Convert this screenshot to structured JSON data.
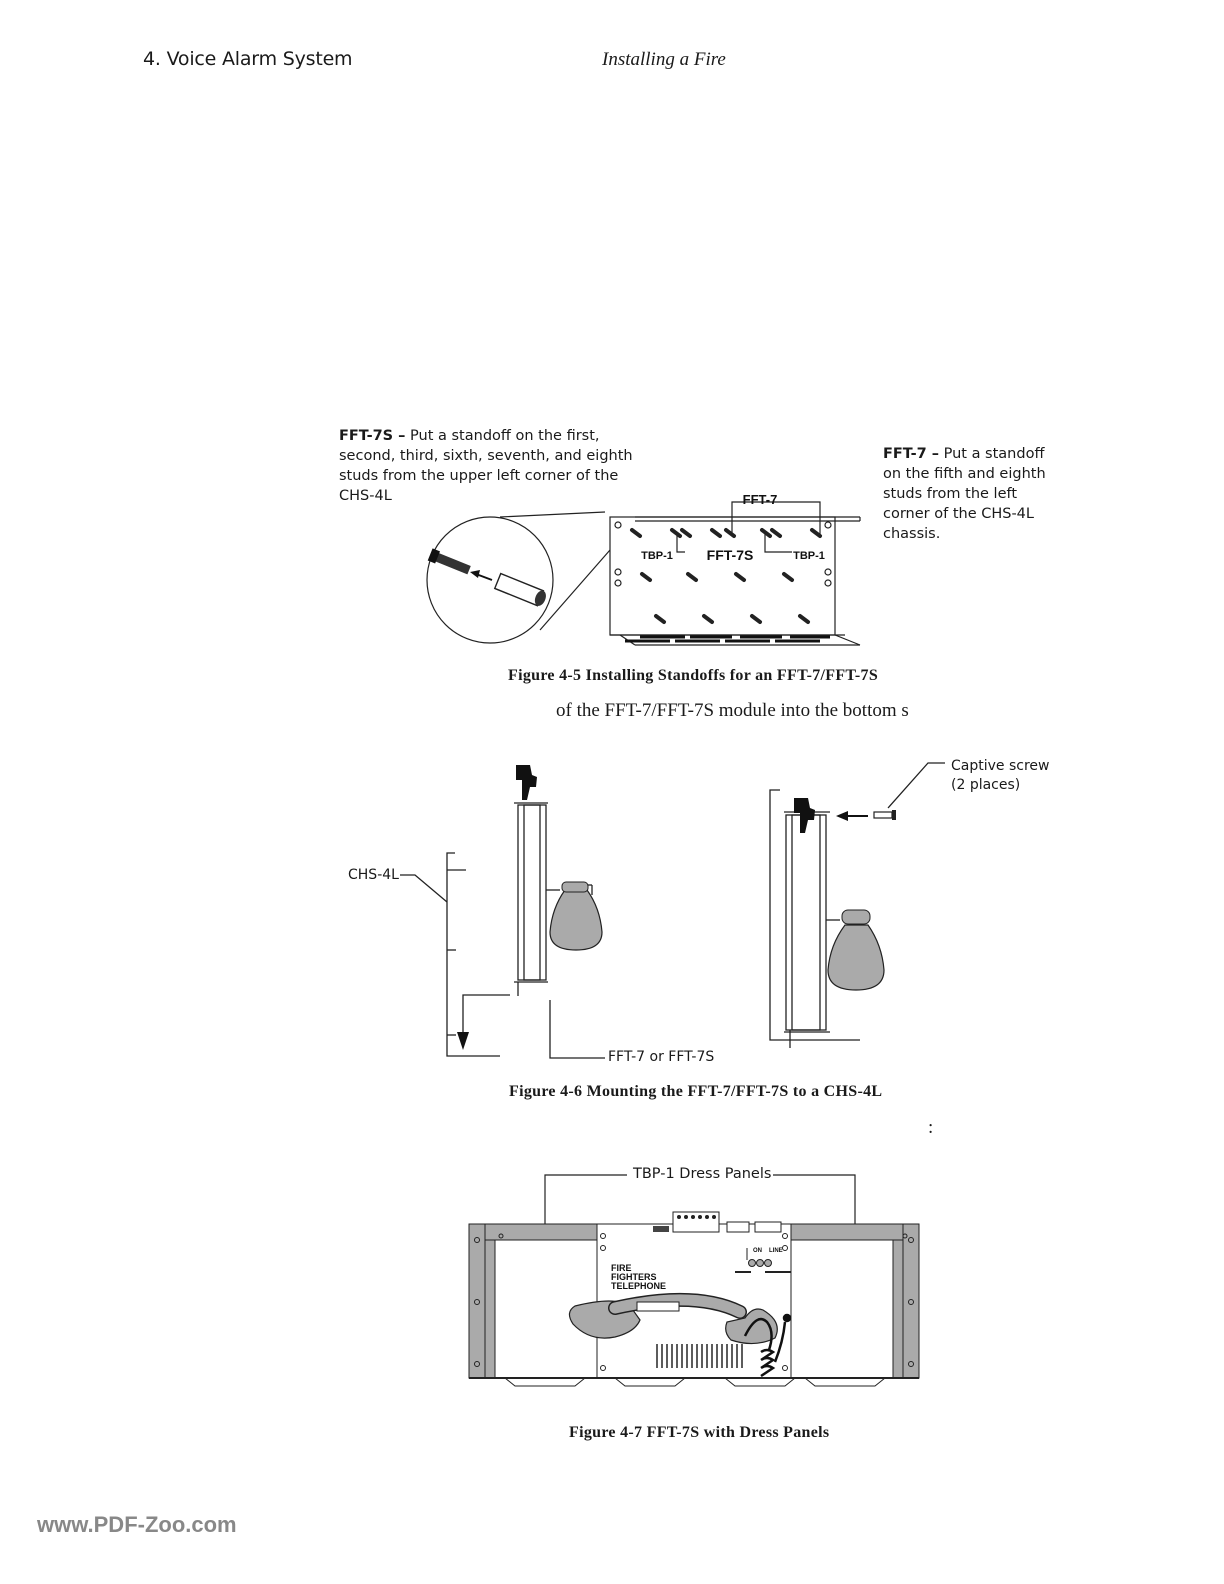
{
  "header": {
    "section": "4. Voice Alarm System",
    "title": "Installing a Fire"
  },
  "figure5": {
    "note_left_bold": "FFT-7S –",
    "note_left_text": " Put  a standoff on the first, second, third, sixth, seventh, and eighth studs  from the upper left corner of the CHS-4L",
    "note_right_bold": "FFT-7 –",
    "note_right_text": " Put a standoff on the fifth and eighth studs from the left corner of the CHS-4L chassis.",
    "label_fft7": "FFT-7",
    "label_fft7s": "FFT-7S",
    "label_tbp_left": "TBP-1",
    "label_tbp_right": "TBP-1",
    "caption": "Figure 4-5  Installing Standoffs for an FFT-7/FFT-7S"
  },
  "body_line": "of the FFT-7/FFT-7S module into the bottom s",
  "figure6": {
    "label_chs": "CHS-4L",
    "label_module": "FFT-7 or FFT-7S",
    "label_screw_line1": "Captive screw",
    "label_screw_line2": "(2 places)",
    "caption": "Figure 4-6  Mounting the FFT-7/FFT-7S to a CHS-4L"
  },
  "colon": ":",
  "figure7": {
    "label_panels": "TBP-1 Dress Panels",
    "panel_text_1": "FIRE",
    "panel_text_2": "FIGHTERS",
    "panel_text_3": "TELEPHONE",
    "panel_on": "ON",
    "panel_line": "LINE",
    "caption": "Figure 4-7  FFT-7S with Dress Panels"
  },
  "footer": "www.PDF-Zoo.com"
}
